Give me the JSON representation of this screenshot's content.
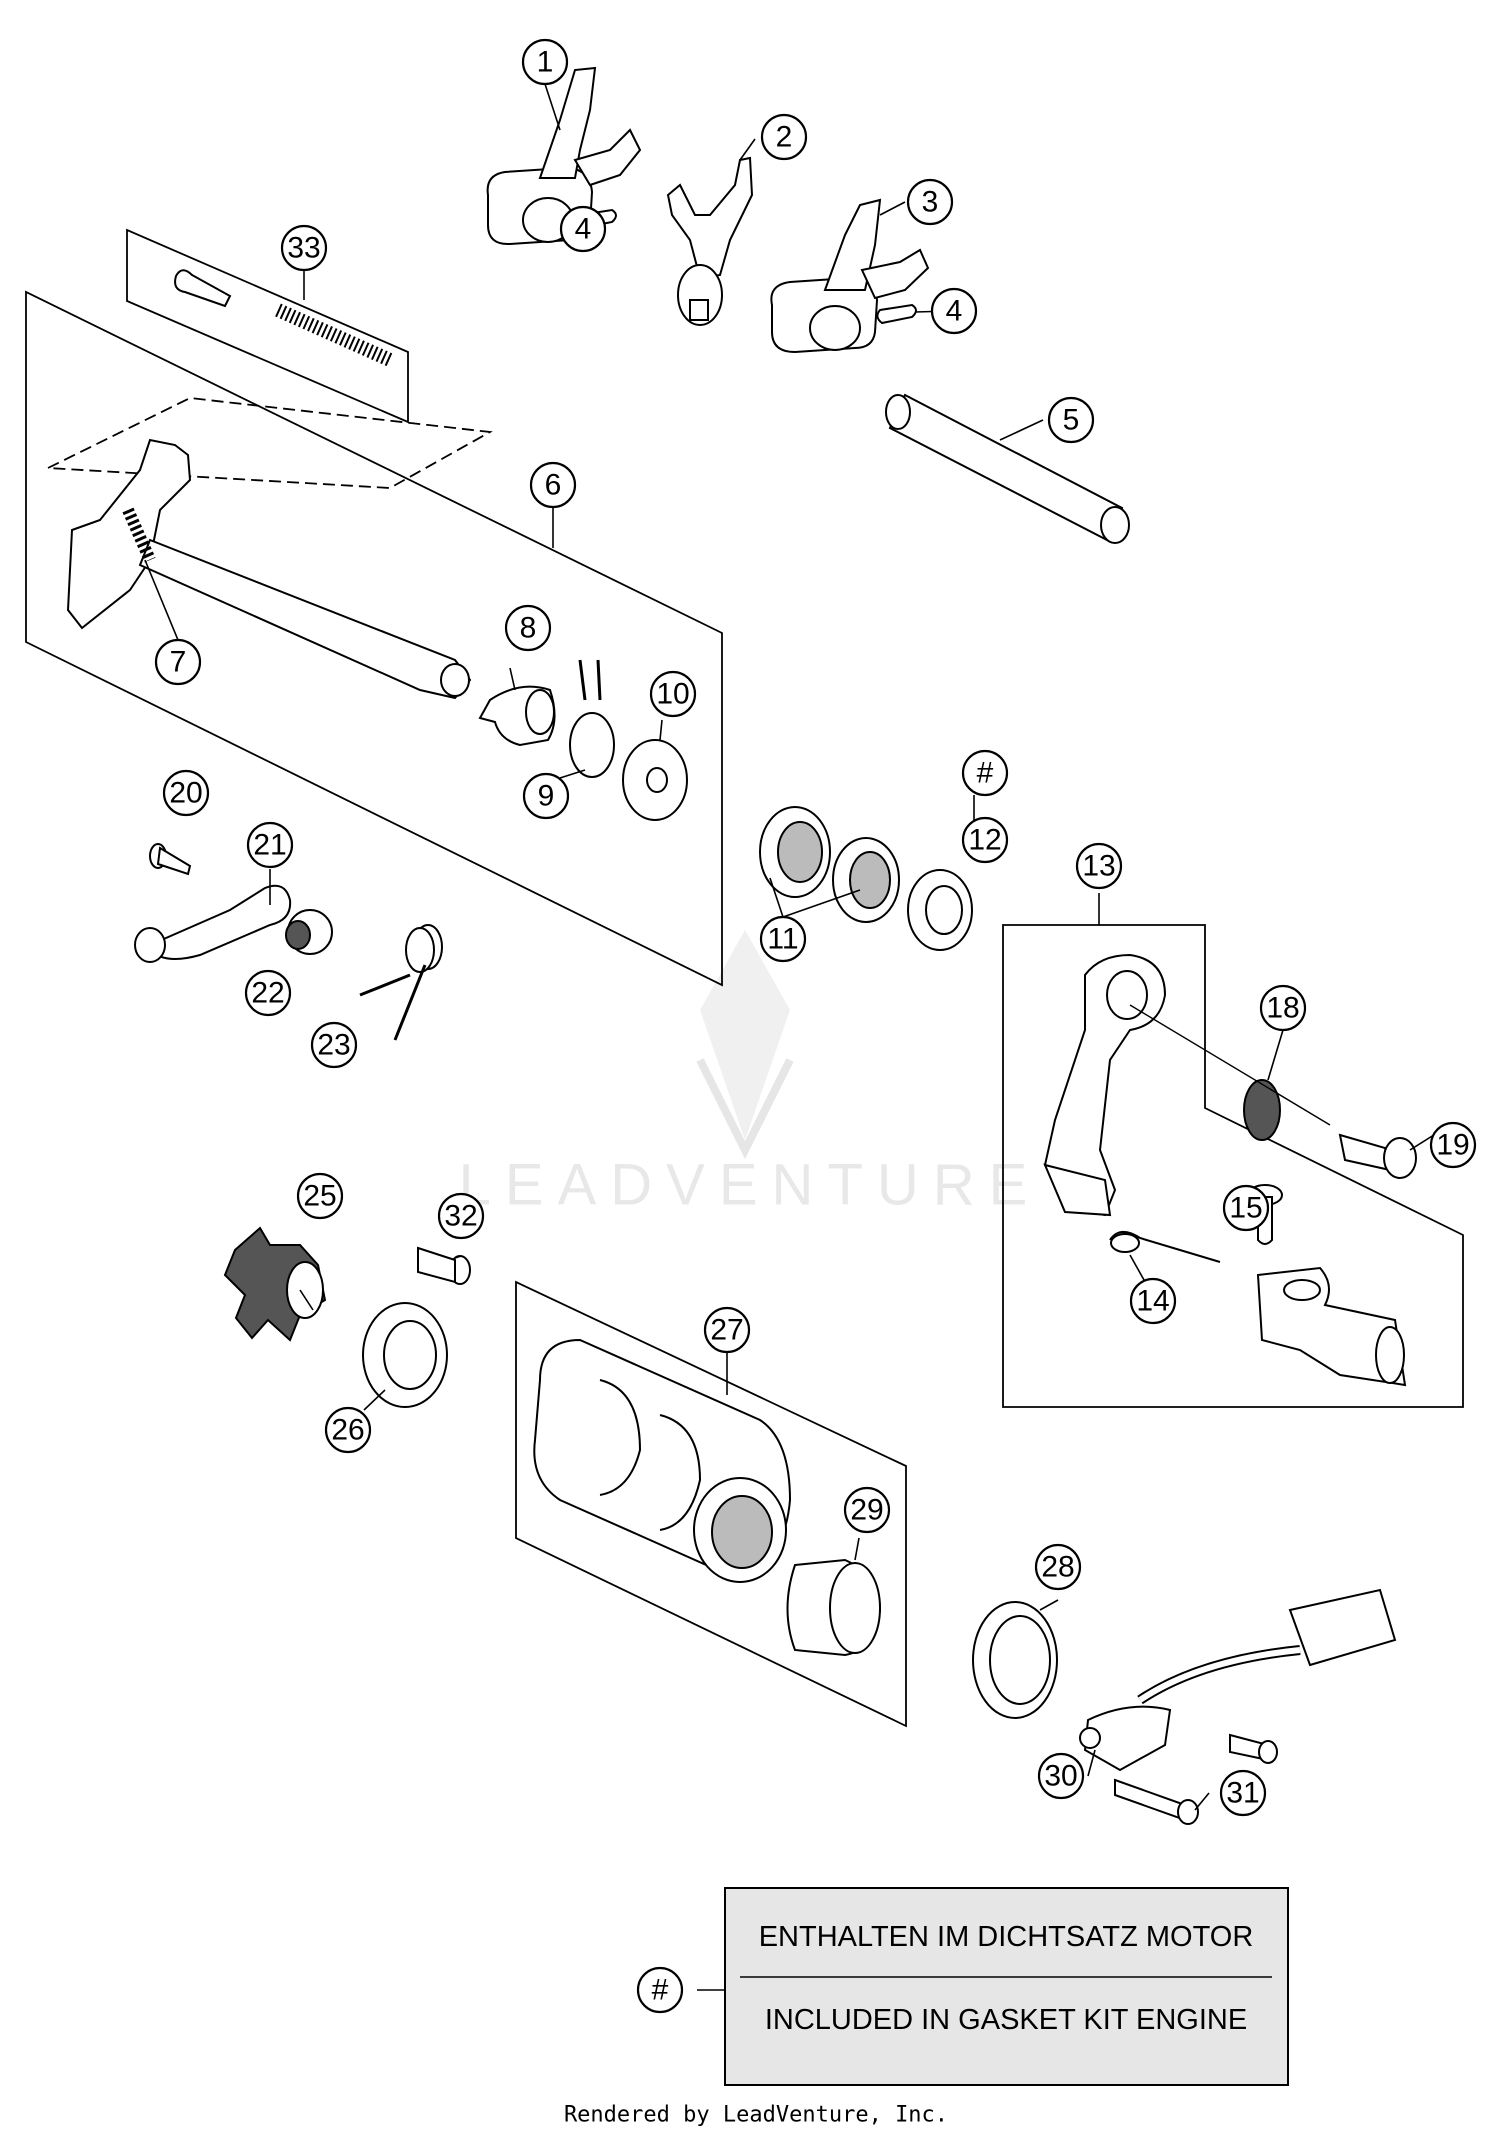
{
  "watermark": {
    "text": "LEADVENTURE"
  },
  "footer": {
    "text": "Rendered by LeadVenture, Inc."
  },
  "legend": {
    "symbol": "#",
    "line_de": "ENTHALTEN IM DICHTSATZ MOTOR",
    "line_en": "INCLUDED IN GASKET KIT ENGINE"
  },
  "callouts": {
    "c1": "1",
    "c2": "2",
    "c3": "3",
    "c4a": "4",
    "c4b": "4",
    "c5": "5",
    "c6": "6",
    "c7": "7",
    "c8": "8",
    "c9": "9",
    "c10": "10",
    "c11": "11",
    "c12": "12",
    "c12hash": "#",
    "c13": "13",
    "c14": "14",
    "c15": "15",
    "c18": "18",
    "c19": "19",
    "c20": "20",
    "c21": "21",
    "c22": "22",
    "c23": "23",
    "c25": "25",
    "c26": "26",
    "c27": "27",
    "c28": "28",
    "c29": "29",
    "c30": "30",
    "c31": "31",
    "c32": "32",
    "c33": "33"
  }
}
